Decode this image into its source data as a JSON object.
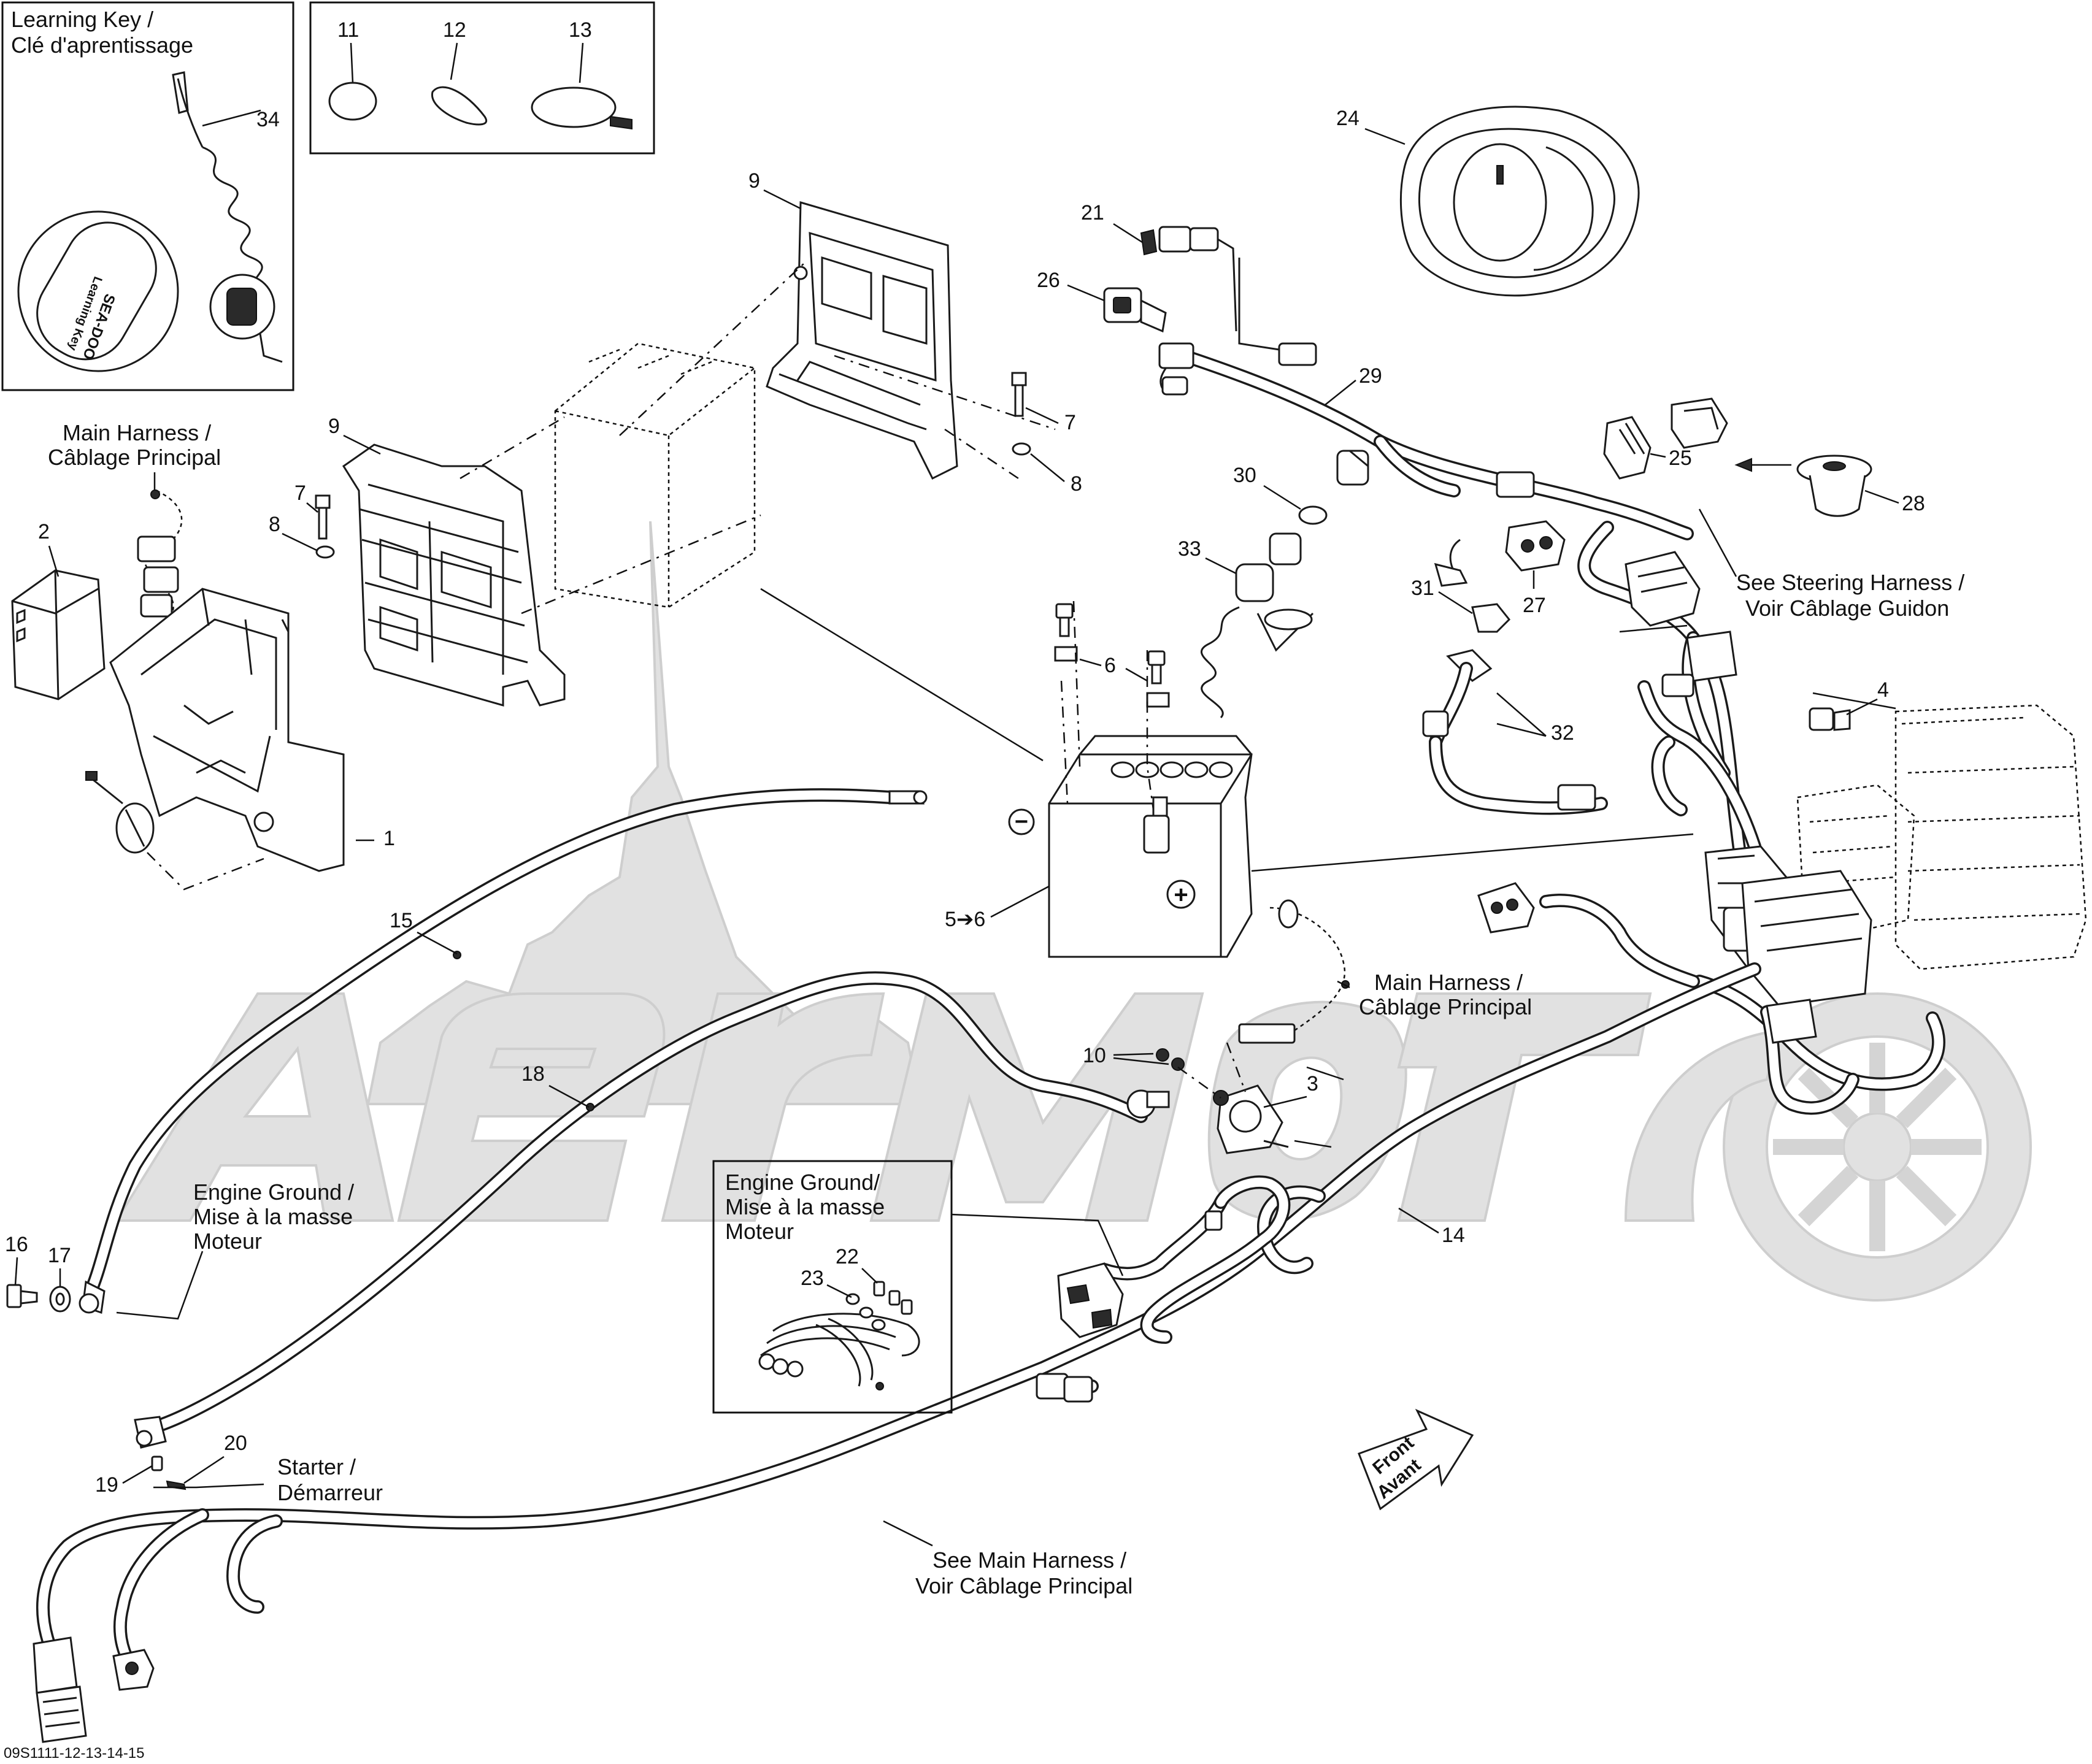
{
  "diagram_code": "09S1111-12-13-14-15",
  "watermark_text": "AerMoto",
  "inset_learning_key": {
    "title_en": "Learning Key /",
    "title_fr": "Clé d'aprentissage",
    "key_brand": "SEA-DOO",
    "key_text": "Learning Key"
  },
  "labels": {
    "main_harness_left_en": "Main Harness /",
    "main_harness_left_fr": "Câblage Principal",
    "main_harness_center_en": "Main Harness /",
    "main_harness_center_fr": "Câblage Principal",
    "steering_harness_en": "See Steering Harness /",
    "steering_harness_fr": "Voir Câblage Guidon",
    "engine_ground_left_1": "Engine Ground /",
    "engine_ground_left_2": "Mise à la masse",
    "engine_ground_left_3": "Moteur",
    "engine_ground_box_1": "Engine Ground/",
    "engine_ground_box_2": "Mise à la masse",
    "engine_ground_box_3": "Moteur",
    "starter_en": "Starter /",
    "starter_fr": "Démarreur",
    "see_main_harness_en": "See Main Harness /",
    "see_main_harness_fr": "Voir Câblage Principal",
    "front_en": "Front",
    "front_fr": "Avant",
    "battery_negative": "−",
    "battery_positive": "+"
  },
  "callouts": {
    "c1": "1",
    "c2": "2",
    "c3": "3",
    "c4": "4",
    "c5to6": "5➔6",
    "c6a": "6",
    "c7a": "7",
    "c7b": "7",
    "c8a": "8",
    "c8b": "8",
    "c9a": "9",
    "c9b": "9",
    "c10": "10",
    "c11": "11",
    "c12": "12",
    "c13": "13",
    "c14": "14",
    "c15": "15",
    "c16": "16",
    "c17": "17",
    "c18": "18",
    "c19": "19",
    "c20": "20",
    "c21": "21",
    "c22": "22",
    "c23": "23",
    "c24": "24",
    "c25": "25",
    "c26": "26",
    "c27": "27",
    "c28": "28",
    "c29": "29",
    "c30": "30",
    "c31": "31",
    "c32": "32",
    "c33": "33",
    "c34": "34"
  }
}
